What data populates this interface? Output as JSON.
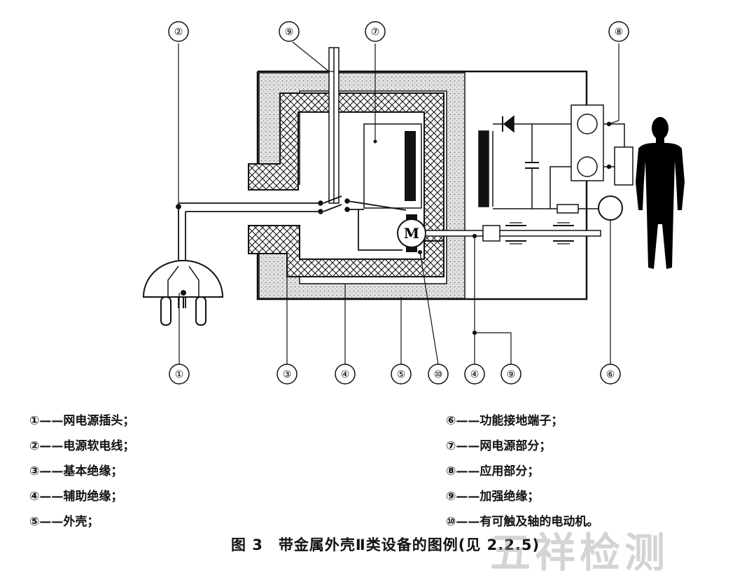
{
  "diagram": {
    "motor_label": "M",
    "callouts": {
      "top_2": "②",
      "top_9": "⑨",
      "top_7": "⑦",
      "top_8": "⑧",
      "bottom_1": "①",
      "bottom_3": "③",
      "bottom_4a": "④",
      "bottom_5": "⑤",
      "bottom_10": "⑩",
      "bottom_4b": "④",
      "bottom_9": "⑨",
      "bottom_6": "⑥"
    }
  },
  "legend": {
    "left": [
      "①——网电源插头；",
      "②——电源软电线；",
      "③——基本绝缘；",
      "④——辅助绝缘；",
      "⑤——外壳；"
    ],
    "right": [
      "⑥——功能接地端子；",
      "⑦——网电源部分；",
      "⑧——应用部分；",
      "⑨——加强绝缘；",
      "⑩——有可触及轴的电动机。"
    ]
  },
  "caption": "图 3　带金属外壳Ⅱ类设备的图例(见 2.2.5)",
  "watermark": "五祥检测",
  "colors": {
    "line": "#111111",
    "hatch_fill": "#ffffff",
    "stipple": "#c8c8c8",
    "figure": "#000000"
  }
}
